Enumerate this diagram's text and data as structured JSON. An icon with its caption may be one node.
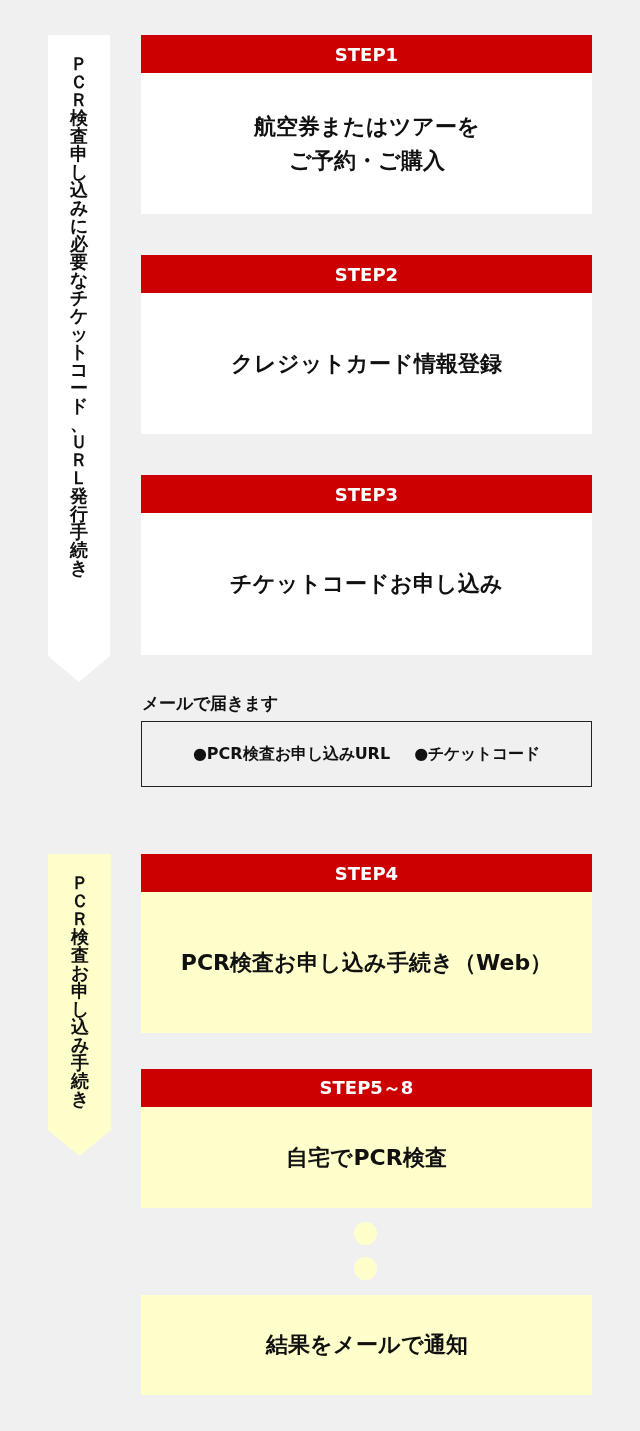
{
  "diagram": {
    "nodes": [
      {
        "text": [
          "ＰＣＲ検査申し込みに必要なチケットコード、ＵＲＬ発行手続き"
        ]
      },
      {
        "text": [
          "STEP1",
          "航空券またはツアーをご予約・ご購入"
        ]
      },
      {
        "text": [
          "STEP2",
          "クレジットカード情報登録"
        ]
      },
      {
        "text": [
          "STEP3",
          "チケットコードお申し込み"
        ]
      },
      {
        "text": [
          "メールで届きます",
          "●PCR検査お申し込みURL",
          "●チケットコード"
        ]
      },
      {
        "text": [
          "ＰＣＲ検査お申し込み手続き"
        ]
      },
      {
        "text": [
          "STEP4",
          "PCR検査お申し込み手続き（Web）"
        ]
      },
      {
        "text": [
          "STEP5～8",
          "自宅でPCR検査"
        ]
      },
      {
        "text": [],
        "shape": "circle"
      },
      {
        "text": [],
        "shape": "circle"
      },
      {
        "text": [
          "結果をメールで通知"
        ]
      }
    ]
  }
}
